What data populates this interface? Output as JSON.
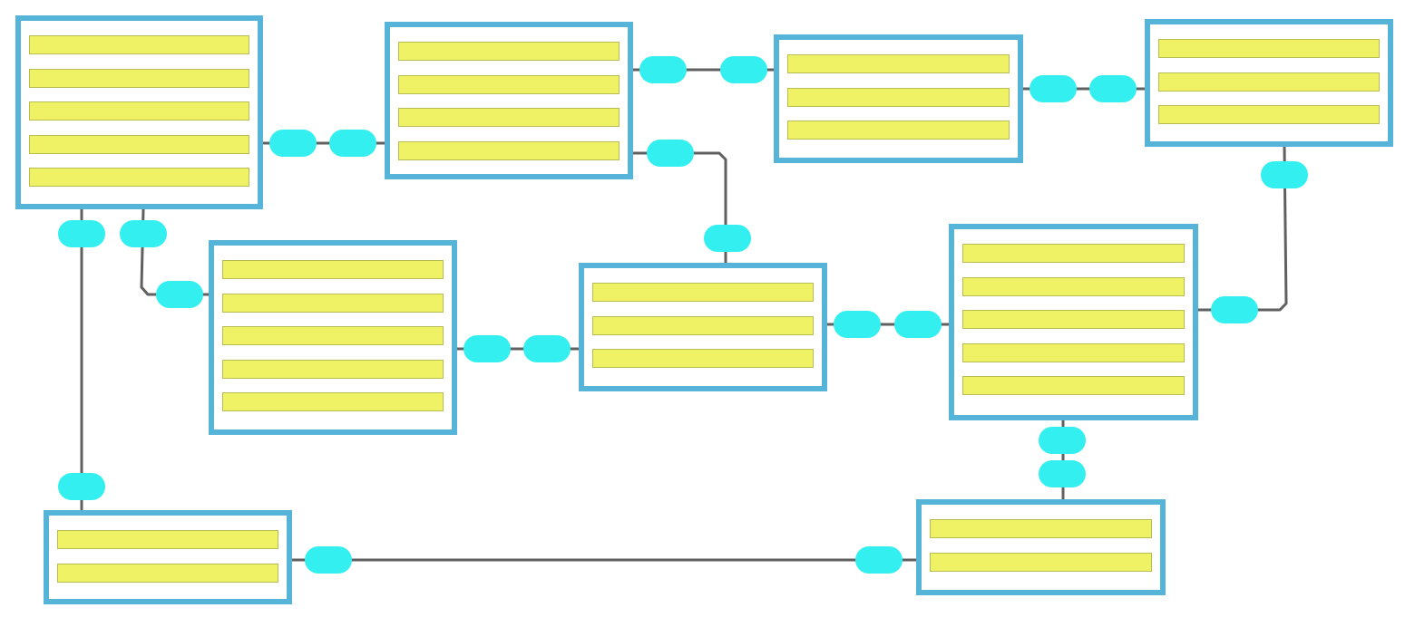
{
  "colors": {
    "table_border": "#56b4d9",
    "table_fill": "#ffffff",
    "field_fill": "#eef264",
    "field_border": "#b8bc55",
    "connector": "#33eff0",
    "edge": "#606060"
  },
  "tables": [
    {
      "id": "t1",
      "rows": 5
    },
    {
      "id": "t2",
      "rows": 4
    },
    {
      "id": "t3",
      "rows": 3
    },
    {
      "id": "t4",
      "rows": 3
    },
    {
      "id": "t5",
      "rows": 5
    },
    {
      "id": "t6",
      "rows": 3
    },
    {
      "id": "t7",
      "rows": 5
    },
    {
      "id": "t8",
      "rows": 2
    },
    {
      "id": "t9",
      "rows": 2
    }
  ],
  "relationships": [
    {
      "from": "t1",
      "to": "t2"
    },
    {
      "from": "t2",
      "to": "t3"
    },
    {
      "from": "t3",
      "to": "t4"
    },
    {
      "from": "t2",
      "to": "t6"
    },
    {
      "from": "t1",
      "to": "t5"
    },
    {
      "from": "t5",
      "to": "t6"
    },
    {
      "from": "t6",
      "to": "t7"
    },
    {
      "from": "t7",
      "to": "t4"
    },
    {
      "from": "t7",
      "to": "t9"
    },
    {
      "from": "t1",
      "to": "t8"
    },
    {
      "from": "t8",
      "to": "t9"
    }
  ]
}
